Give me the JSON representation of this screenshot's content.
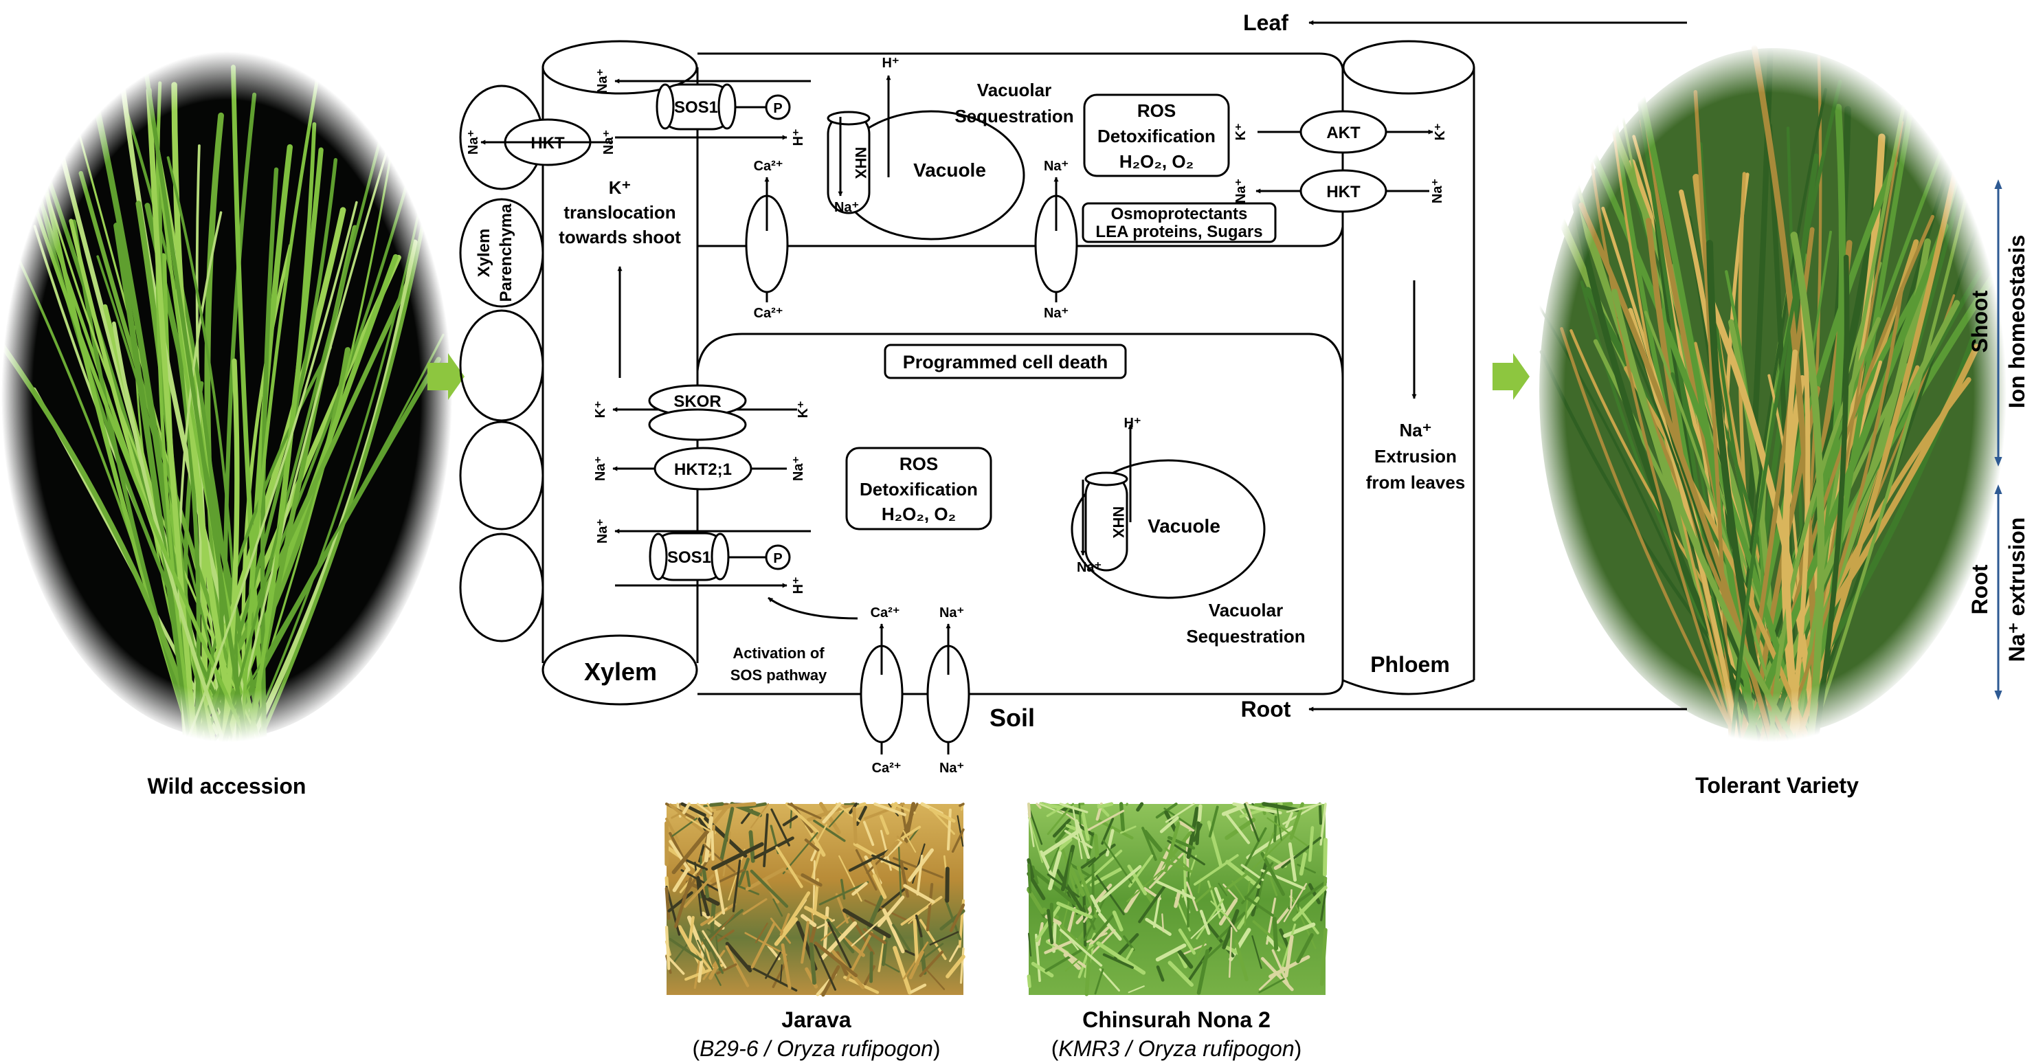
{
  "photos": {
    "left_caption": "Wild accession",
    "right_caption": "Tolerant Variety",
    "jarava_name": "Jarava",
    "jarava_open": "(",
    "jarava_cross": "B29-6 / Oryza rufipogon",
    "jarava_close": ")",
    "chinsurah_name": "Chinsurah Nona 2",
    "chinsurah_open": "(",
    "chinsurah_cross": "KMR3 / Oryza rufipogon",
    "chinsurah_close": ")"
  },
  "labels": {
    "leaf": "Leaf",
    "root": "Root",
    "soil": "Soil",
    "xylem": "Xylem",
    "phloem": "Phloem",
    "xylem_parenchyma_1": "Xylem",
    "xylem_parenchyma_2": "Parenchyma",
    "shoot": "Shoot",
    "ion_homeostasis": "Ion homeostasis",
    "root_side": "Root",
    "na_extrusion_suffix": " extrusion"
  },
  "shoot_cell": {
    "sos1": "SOS1",
    "hkt": "HKT",
    "p": "P",
    "nhx": "NHX",
    "vacuole": "Vacuole",
    "vac_seq_1": "Vacuolar",
    "vac_seq_2": "Sequestration",
    "ros_1": "ROS",
    "ros_2": "Detoxification",
    "ros_3": "H₂O₂, O₂",
    "osmo_1": "Osmoprotectants",
    "osmo_2": "LEA proteins, Sugars",
    "akt": "AKT",
    "hkt_right": "HKT",
    "k_trans_1": "K⁺",
    "k_trans_2": "translocation",
    "k_trans_3": "towards shoot",
    "na_ext_1": "Na⁺",
    "na_ext_2": "Extrusion",
    "na_ext_3": "from leaves"
  },
  "root_cell": {
    "pcd": "Programmed cell death",
    "skor": "SKOR",
    "hkt21": "HKT2;1",
    "sos1": "SOS1",
    "p": "P",
    "ros_1": "ROS",
    "ros_2": "Detoxification",
    "ros_3": "H₂O₂, O₂",
    "nhx": "NHX",
    "vacuole": "Vacuole",
    "vac_seq_1": "Vacuolar",
    "vac_seq_2": "Sequestration",
    "sos_act_1": "Activation of",
    "sos_act_2": "SOS pathway"
  },
  "ions": {
    "na": "Na⁺",
    "k": "K⁺",
    "h": "H⁺",
    "ca": "Ca²⁺"
  },
  "colors": {
    "green_arrow": "#8dc63f",
    "blue_arrow": "#2e5a93"
  }
}
